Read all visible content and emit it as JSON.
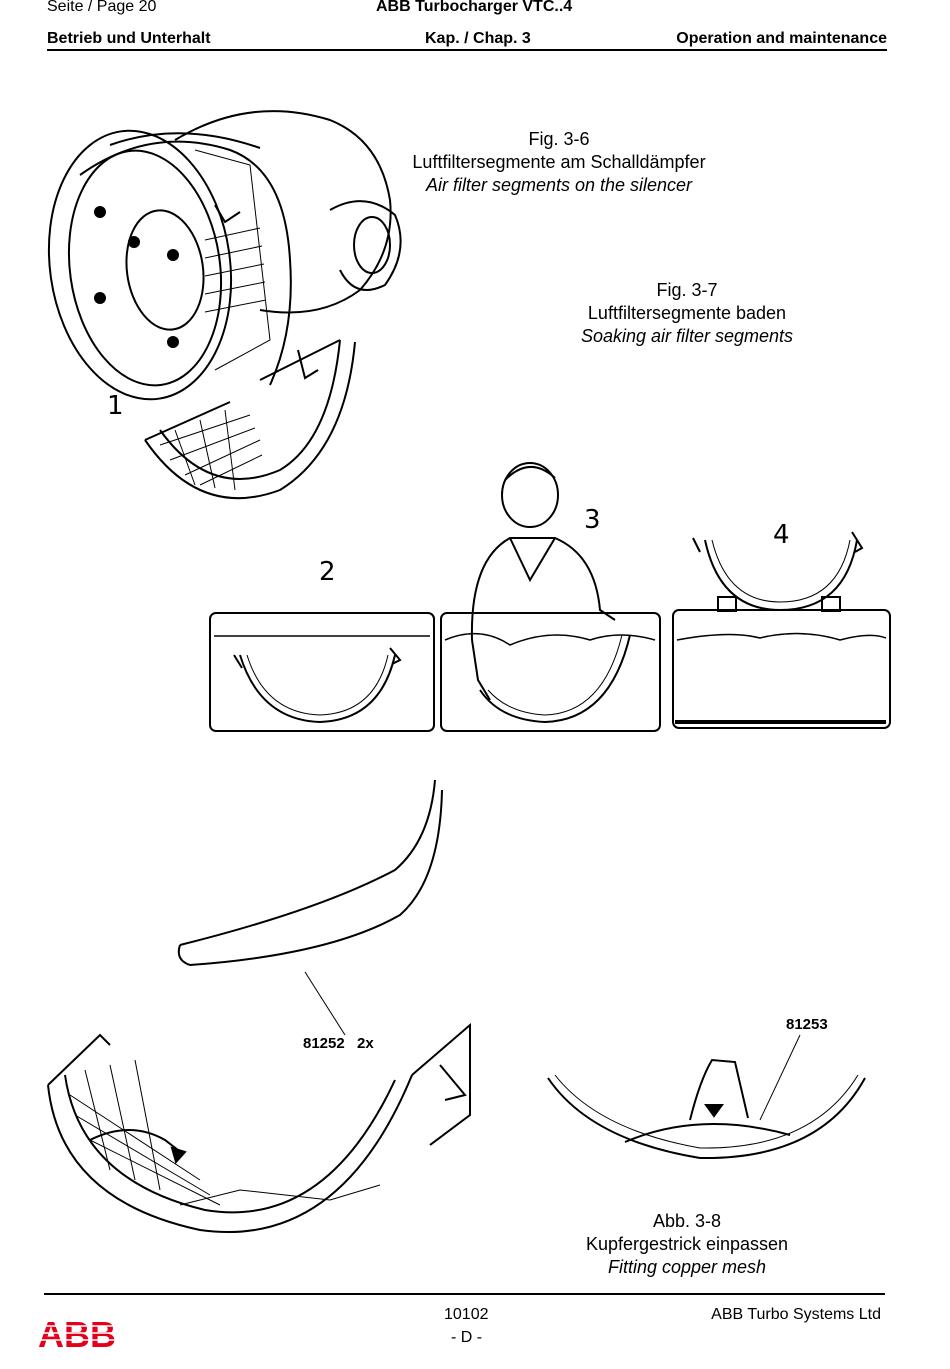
{
  "header": {
    "page_label": "Seite / Page  20",
    "doc_title": "ABB Turbocharger VTC..4",
    "section_de": "Betrieb und Unterhalt",
    "chapter": "Kap. / Chap. 3",
    "section_en": "Operation and maintenance"
  },
  "figures": {
    "fig36": {
      "number": "Fig. 3-6",
      "title_de": "Luftfiltersegmente am Schalldämpfer",
      "title_en": "Air filter segments on the silencer"
    },
    "fig37": {
      "number": "Fig. 3-7",
      "title_de": "Luftfiltersegmente baden",
      "title_en": "Soaking air filter segments"
    },
    "fig38": {
      "number": "Abb. 3-8",
      "title_de": "Kupfergestrick einpassen",
      "title_en": "Fitting copper mesh"
    }
  },
  "step_numbers": [
    "1",
    "2",
    "3",
    "4"
  ],
  "part_labels": {
    "mesh_part": "81252",
    "mesh_qty": "2x",
    "copper_part": "81253"
  },
  "footer": {
    "logo": "ABB",
    "doc_number": "10102",
    "language": "- D -",
    "company": "ABB Turbo Systems Ltd"
  },
  "colors": {
    "logo_red": "#e2001a"
  }
}
